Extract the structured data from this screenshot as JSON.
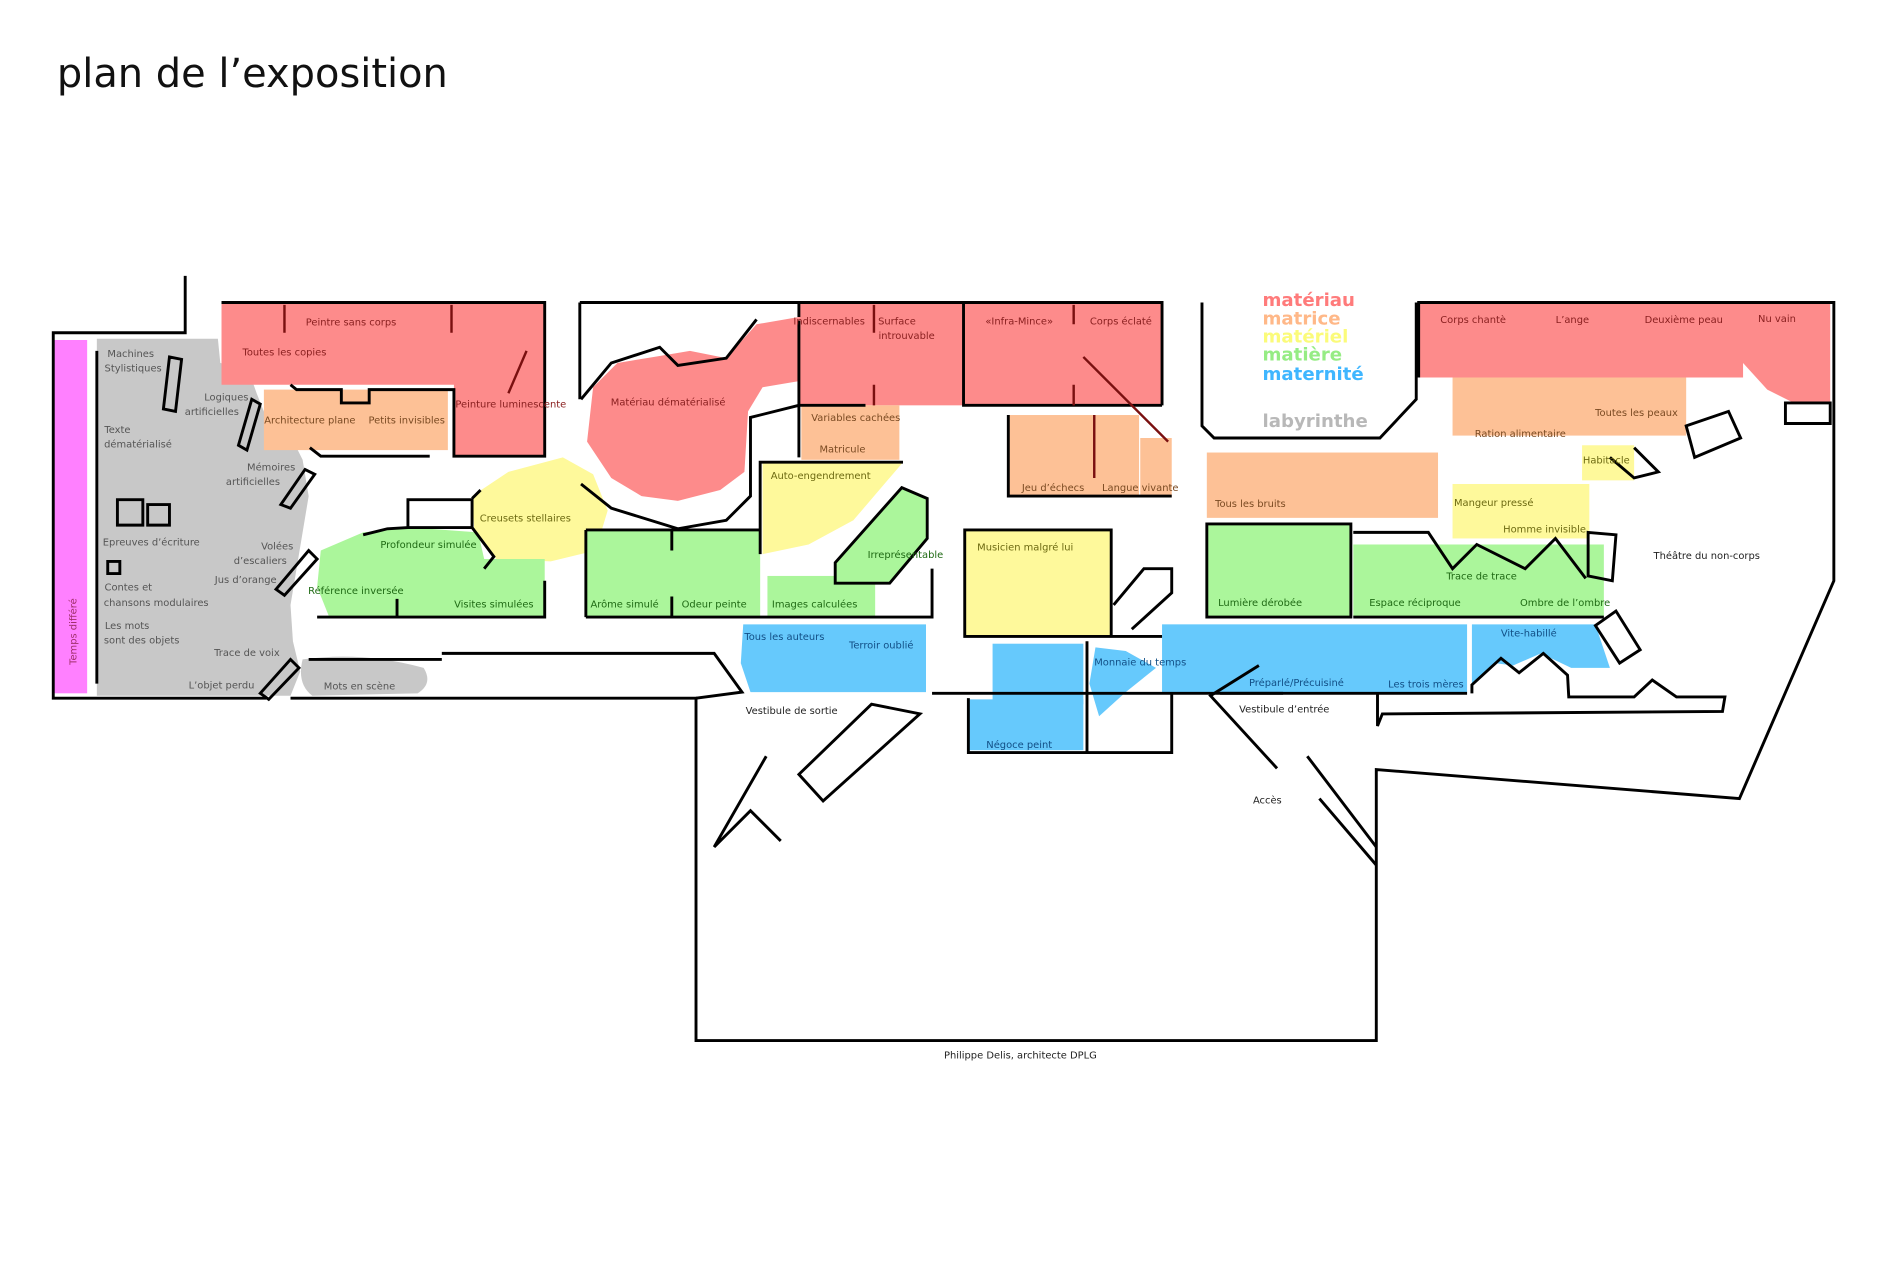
{
  "title": "plan de l’exposition",
  "legend": [
    {
      "label": "matériau",
      "color": "#ff7b7b"
    },
    {
      "label": "matrice",
      "color": "#ffb888"
    },
    {
      "label": "matériel",
      "color": "#fbfb7a"
    },
    {
      "label": "matière",
      "color": "#96ec84"
    },
    {
      "label": "maternité",
      "color": "#3fb6ff"
    },
    {
      "label": "labyrinthe",
      "color": "#b8b8b8"
    }
  ],
  "zone_colors": {
    "materiau": "#fd8b8b",
    "matrice": "#fdc196",
    "materiel": "#fef99b",
    "matiere": "#abf69b",
    "maternite": "#66c9fc",
    "labyrinthe": "#c8c8c8",
    "temps": "#ff80ff"
  },
  "rooms": [
    "Peintre sans corps",
    "Toutes les copies",
    "Peinture luminescente",
    "Architecture plane",
    "Petits invisibles",
    "Matériau dématérialisé",
    "Indiscernables",
    "Surface",
    "introuvable",
    "«Infra-Mince»",
    "Corps éclaté",
    "Variables cachées",
    "Matricule",
    "Jeu d’échecs",
    "Langue vivante",
    "Corps chantè",
    "L’ange",
    "Deuxième peau",
    "Nu vain",
    "Toutes les peaux",
    "Ration alimentaire",
    "Tous les bruits",
    "Creusets stellaires",
    "Auto-engendrement",
    "Musicien malgré lui",
    "Habitacle",
    "Mangeur pressé",
    "Homme invisible",
    "Profondeur simulée",
    "Référence inversée",
    "Visites simulées",
    "Arôme simulé",
    "Odeur peinte",
    "Images calculées",
    "Irreprésentable",
    "Lumière dérobée",
    "Trace de trace",
    "Espace réciproque",
    "Ombre de l’ombre",
    "Tous les auteurs",
    "Terroir oublié",
    "Monnaie du temps",
    "Négoce peint",
    "Préparlé/Précuisiné",
    "Les trois mères",
    "Vite-habillé"
  ],
  "labyrinth": [
    "Machines",
    "Stylistiques",
    "Logiques",
    "artificielles",
    "Texte",
    "dématérialisé",
    "Mémoires",
    "artificielles",
    "Epreuves d’écriture",
    "Volées",
    "d’escaliers",
    "Jus d’orange",
    "Contes et",
    "chansons modulaires",
    "Les mots",
    "sont des objets",
    "Trace de voix",
    "L’objet perdu",
    "Mots en scène",
    "Temps différé"
  ],
  "places": {
    "exit_hall": "Vestibule de sortie",
    "entry_hall": "Vestibule d’entrée",
    "access": "Accès",
    "theatre": "Théâtre du non-corps"
  },
  "credit": "Philippe Delis, architecte DPLG"
}
